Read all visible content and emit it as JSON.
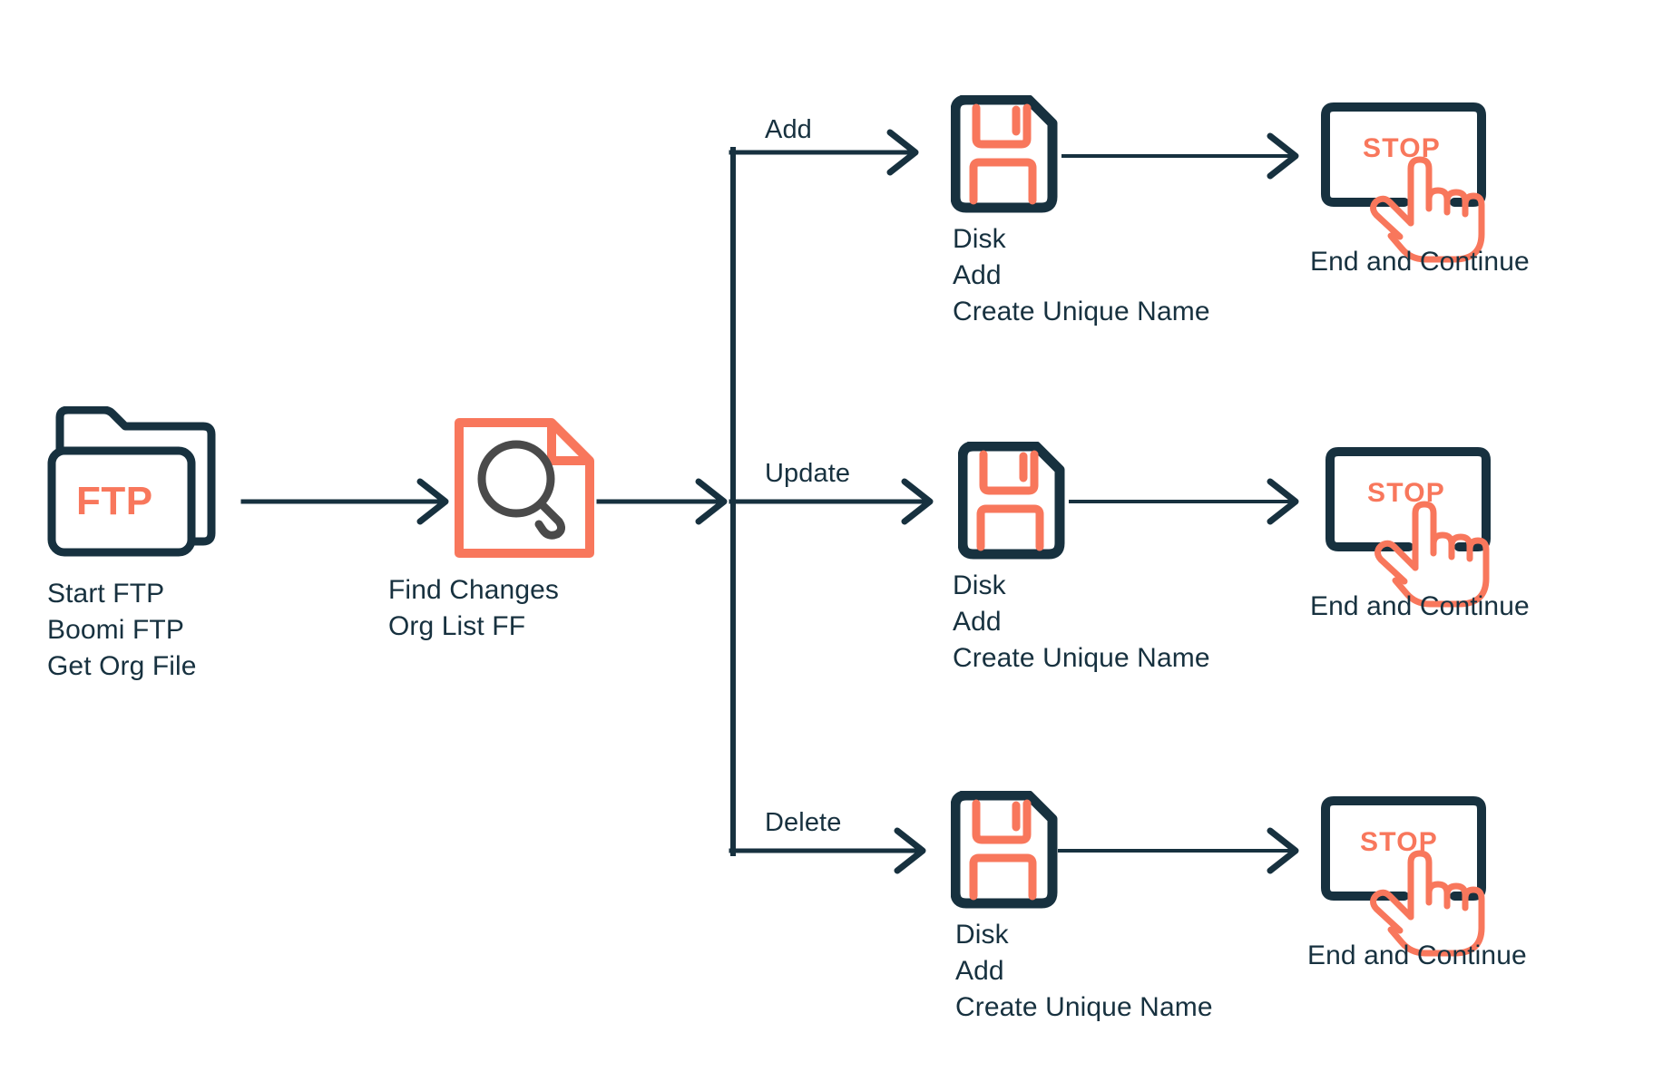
{
  "diagram": {
    "title": "Boomi FTP Org File Integration Flow",
    "background_color": "#ffffff",
    "navy": "#17313f",
    "orange": "#f8775c",
    "magnifier_gray": "#4a4a4a"
  },
  "start": {
    "icon": "ftp-folder-icon",
    "icon_text": "FTP",
    "labels": [
      "Start FTP",
      "Boomi FTP",
      "Get Org File"
    ]
  },
  "find_changes": {
    "icon": "document-search-icon",
    "labels": [
      "Find Changes",
      "Org List FF"
    ]
  },
  "branches": [
    {
      "branch_label": "Add",
      "disk": {
        "icon": "floppy-disk-icon",
        "labels": [
          "Disk",
          "Add",
          "Create Unique Name"
        ]
      },
      "stop": {
        "icon": "stop-button-icon",
        "button_text": "STOP",
        "cursor_icon": "hand-pointer-icon",
        "labels": [
          "End and Continue"
        ]
      }
    },
    {
      "branch_label": "Update",
      "disk": {
        "icon": "floppy-disk-icon",
        "labels": [
          "Disk",
          "Add",
          "Create Unique Name"
        ]
      },
      "stop": {
        "icon": "stop-button-icon",
        "button_text": "STOP",
        "cursor_icon": "hand-pointer-icon",
        "labels": [
          "End and Continue"
        ]
      }
    },
    {
      "branch_label": "Delete",
      "disk": {
        "icon": "floppy-disk-icon",
        "labels": [
          "Disk",
          "Add",
          "Create Unique Name"
        ]
      },
      "stop": {
        "icon": "stop-button-icon",
        "button_text": "STOP",
        "cursor_icon": "hand-pointer-icon",
        "labels": [
          "End and Continue"
        ]
      }
    }
  ]
}
